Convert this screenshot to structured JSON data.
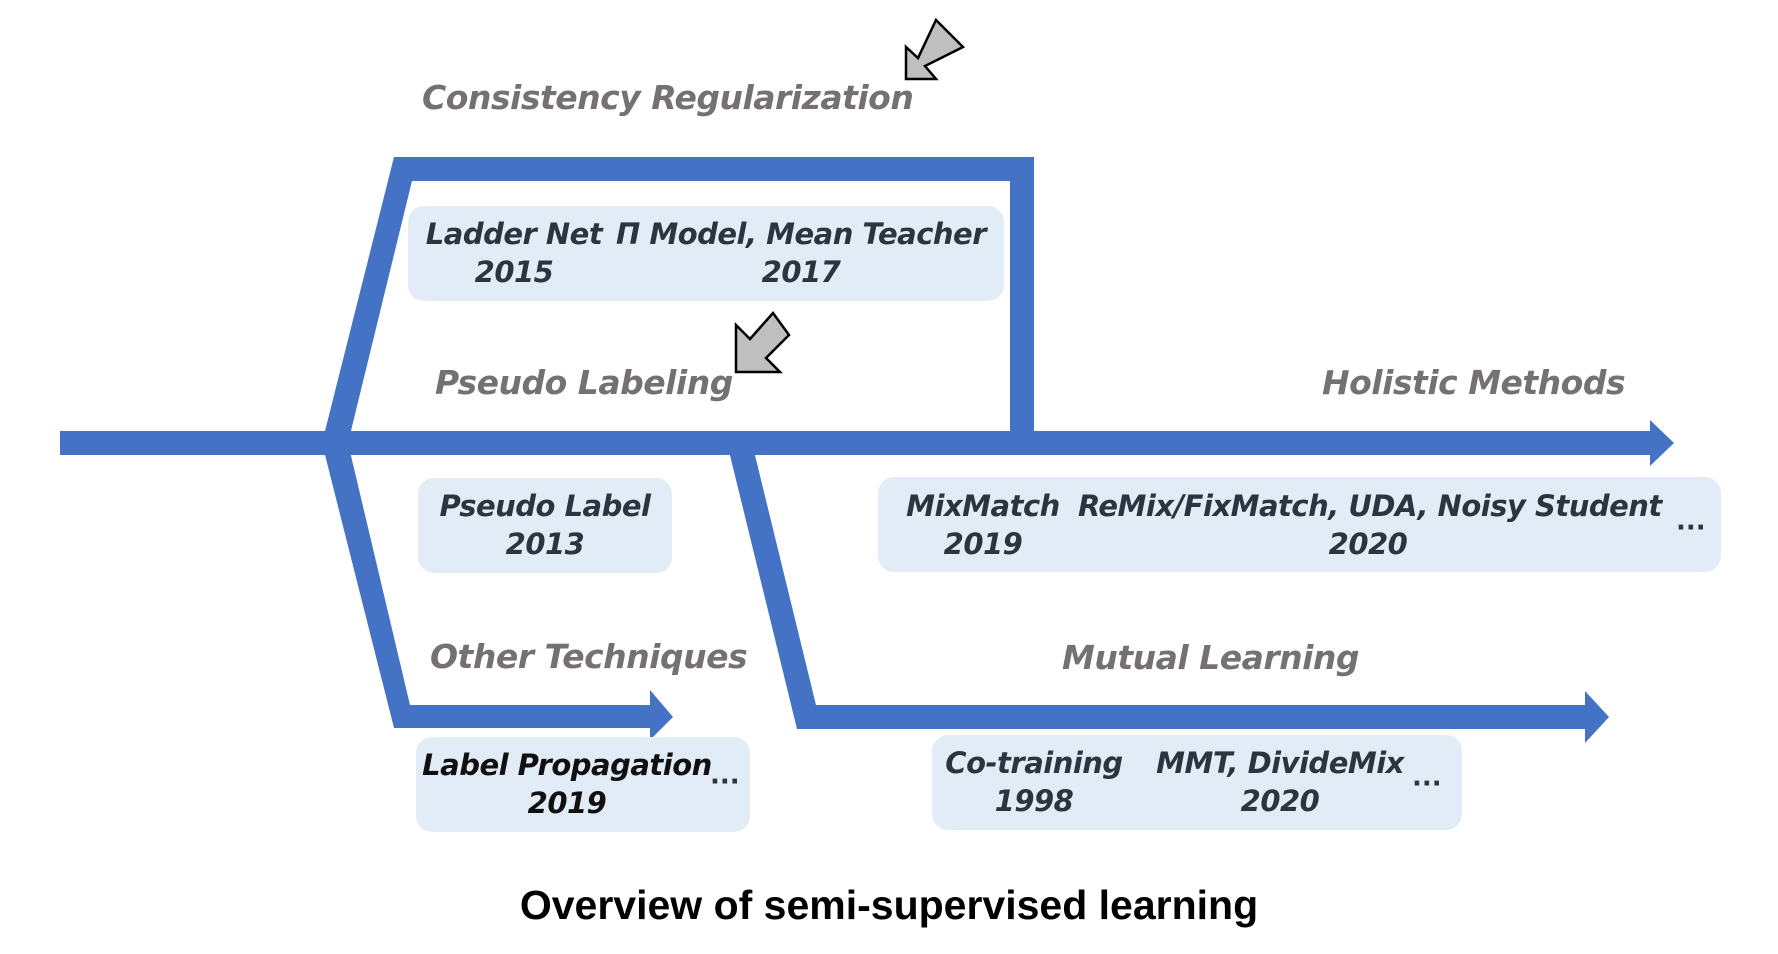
{
  "colors": {
    "line": "#4472c4",
    "category_text": "#767171",
    "box_fill": "#e1ecf7",
    "item_text": "#2a3540",
    "pointer_fill": "#bfbfbf"
  },
  "caption": "Overview of semi-supervised learning",
  "categories": {
    "consistency": "Consistency Regularization",
    "pseudo": "Pseudo Labeling",
    "holistic": "Holistic Methods",
    "other": "Other Techniques",
    "mutual": "Mutual Learning"
  },
  "boxes": {
    "consistency": {
      "items": [
        {
          "name": "Ladder Net",
          "year": "2015"
        },
        {
          "name": "Π Model, Mean Teacher",
          "year": "2017"
        }
      ],
      "more": ""
    },
    "pseudo": {
      "items": [
        {
          "name": "Pseudo Label",
          "year": "2013"
        }
      ],
      "more": ""
    },
    "holistic": {
      "items": [
        {
          "name": "MixMatch",
          "year": "2019"
        },
        {
          "name": "ReMix/FixMatch, UDA, Noisy Student",
          "year": "2020"
        }
      ],
      "more": "···"
    },
    "other": {
      "items": [
        {
          "name": "Label Propagation",
          "year": "2019"
        }
      ],
      "more": "···"
    },
    "mutual": {
      "items": [
        {
          "name": "Co-training",
          "year": "1998"
        },
        {
          "name": "MMT, DivideMix",
          "year": "2020"
        }
      ],
      "more": "···"
    }
  },
  "icons": {
    "pointer_top": "pointer-arrow-icon",
    "pointer_middle": "pointer-arrow-icon"
  }
}
